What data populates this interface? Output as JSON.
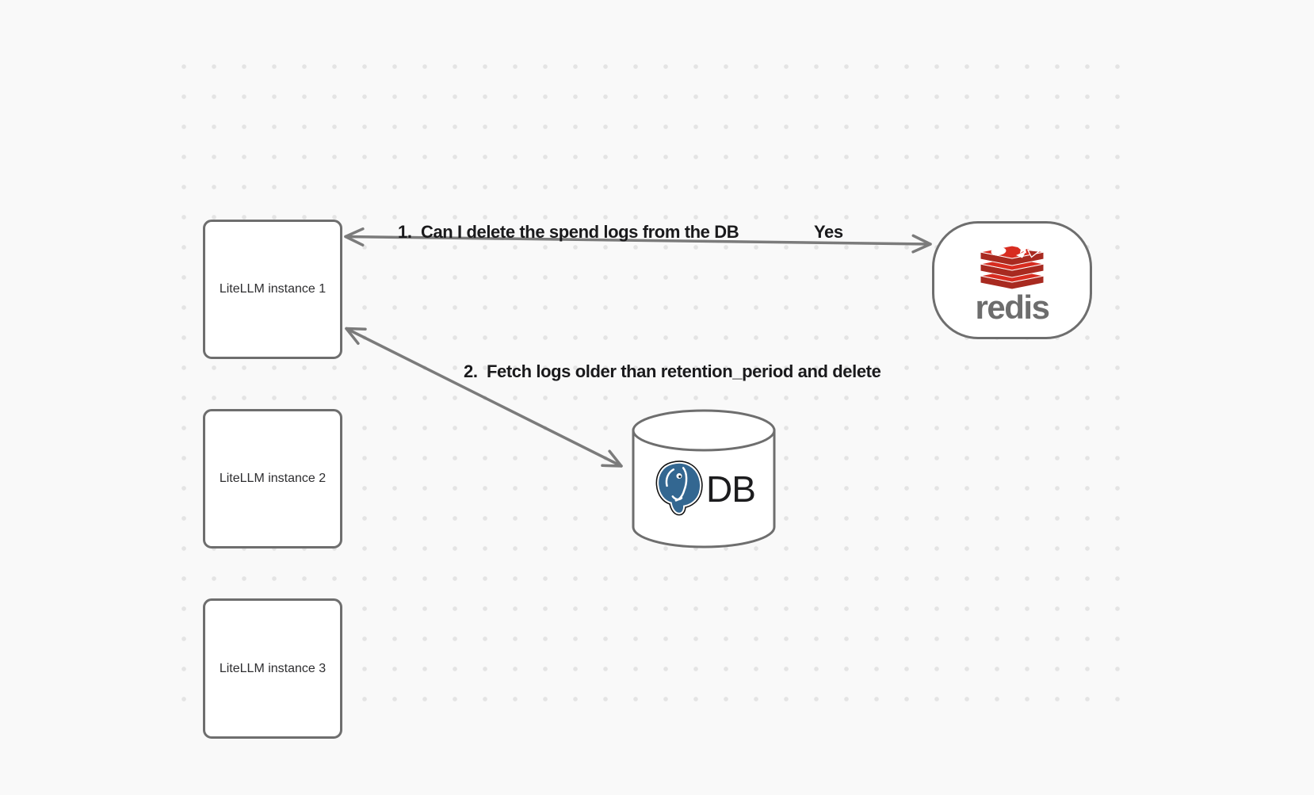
{
  "canvas": {
    "background_color": "#f9f9f9",
    "dot_color": "#e4e4e4"
  },
  "instances": [
    {
      "label": "LiteLLM instance 1"
    },
    {
      "label": "LiteLLM instance 2"
    },
    {
      "label": "LiteLLM instance 3"
    }
  ],
  "redis": {
    "wordmark": "redis"
  },
  "db": {
    "label": "DB"
  },
  "arrow1": {
    "label": "1.  Can I delete the spend logs from the DB",
    "answer": "Yes",
    "style": "double-headed"
  },
  "arrow2": {
    "label": "2.  Fetch logs older than retention_period and delete",
    "style": "double-headed"
  },
  "colors": {
    "shape_stroke": "#6e6e6e",
    "arrow_stroke": "#7b7b7b",
    "label_text": "#1a1a1c",
    "box_text": "#2e2e30",
    "redis_red_light": "#d82c20",
    "redis_red_dark": "#a82a20",
    "redis_wordmark_gray": "#6d6d6d",
    "postgres_blue": "#336791"
  }
}
